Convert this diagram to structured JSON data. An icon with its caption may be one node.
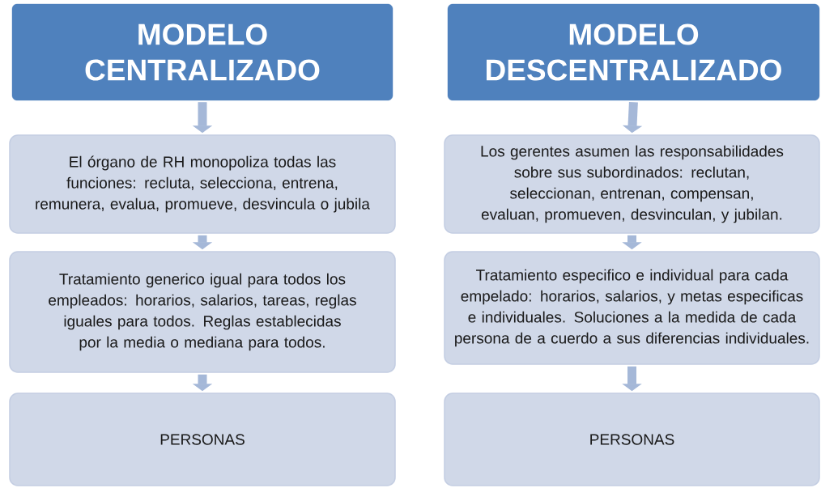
{
  "diagram": {
    "nodes": [
      {
        "text": [
          "MODELO CENTRALIZADO"
        ]
      },
      {
        "text": [
          "El órgano de RH monopoliza todas las funciones: recluta, selecciona, entrena, remunera, evalua, promueve, desvincula o jubila"
        ]
      },
      {
        "text": [
          "Tratamiento generico igual para todos los empleados: horarios, salarios, tareas, reglas iguales para todos.  Reglas establecidas por la media o mediana para todos."
        ]
      },
      {
        "text": [
          "PERSONAS"
        ]
      },
      {
        "text": [
          "MODELO DESCENTRALIZADO"
        ]
      },
      {
        "text": [
          "Los gerentes asumen las responsabilidades sobre sus subordinados: reclutan, seleccionan, entrenan, compensan, evaluan, promueven, desvinculan, y jubilan."
        ]
      },
      {
        "text": [
          "Tratamiento especifico e individual para cada empelado: horarios, salarios, y metas especificas e individuales. Soluciones a la medida de cada  persona de a cuerdo a sus diferencias individuales."
        ]
      },
      {
        "text": [
          "PERSONAS"
        ]
      }
    ],
    "edges": [
      {
        "from": 0,
        "to": 1,
        "arrow": "to"
      },
      {
        "from": 1,
        "to": 2,
        "arrow": "to"
      },
      {
        "from": 2,
        "to": 3,
        "arrow": "to"
      },
      {
        "from": 4,
        "to": 5,
        "arrow": "to"
      },
      {
        "from": 5,
        "to": 6,
        "arrow": "to"
      },
      {
        "from": 6,
        "to": 7,
        "arrow": "to"
      }
    ]
  }
}
